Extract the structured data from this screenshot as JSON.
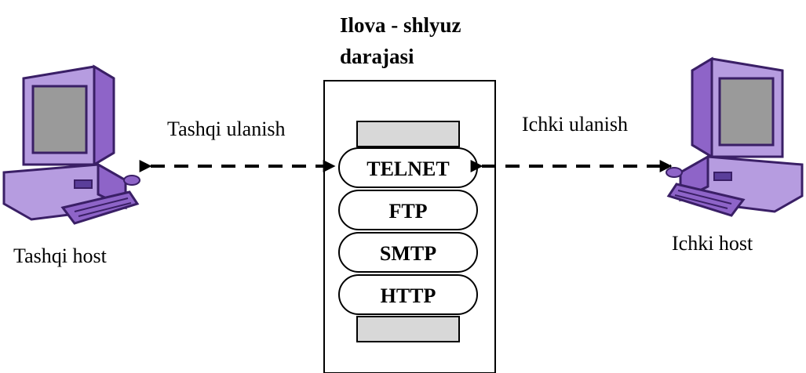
{
  "gateway": {
    "title_line1": "Ilova - shlyuz",
    "title_line2": "darajasi",
    "protocols": [
      "TELNET",
      "FTP",
      "SMTP",
      "HTTP"
    ]
  },
  "left": {
    "connection_label": "Tashqi ulanish",
    "host_label": "Tashqi host"
  },
  "right": {
    "connection_label": "Ichki ulanish",
    "host_label": "Ichki host"
  },
  "colors": {
    "computer_light": "#b69ce0",
    "computer_mid": "#8e64c8",
    "computer_dark": "#3a1f66",
    "screen": "#9a9a9a",
    "bar_fill": "#d8d8d8"
  }
}
